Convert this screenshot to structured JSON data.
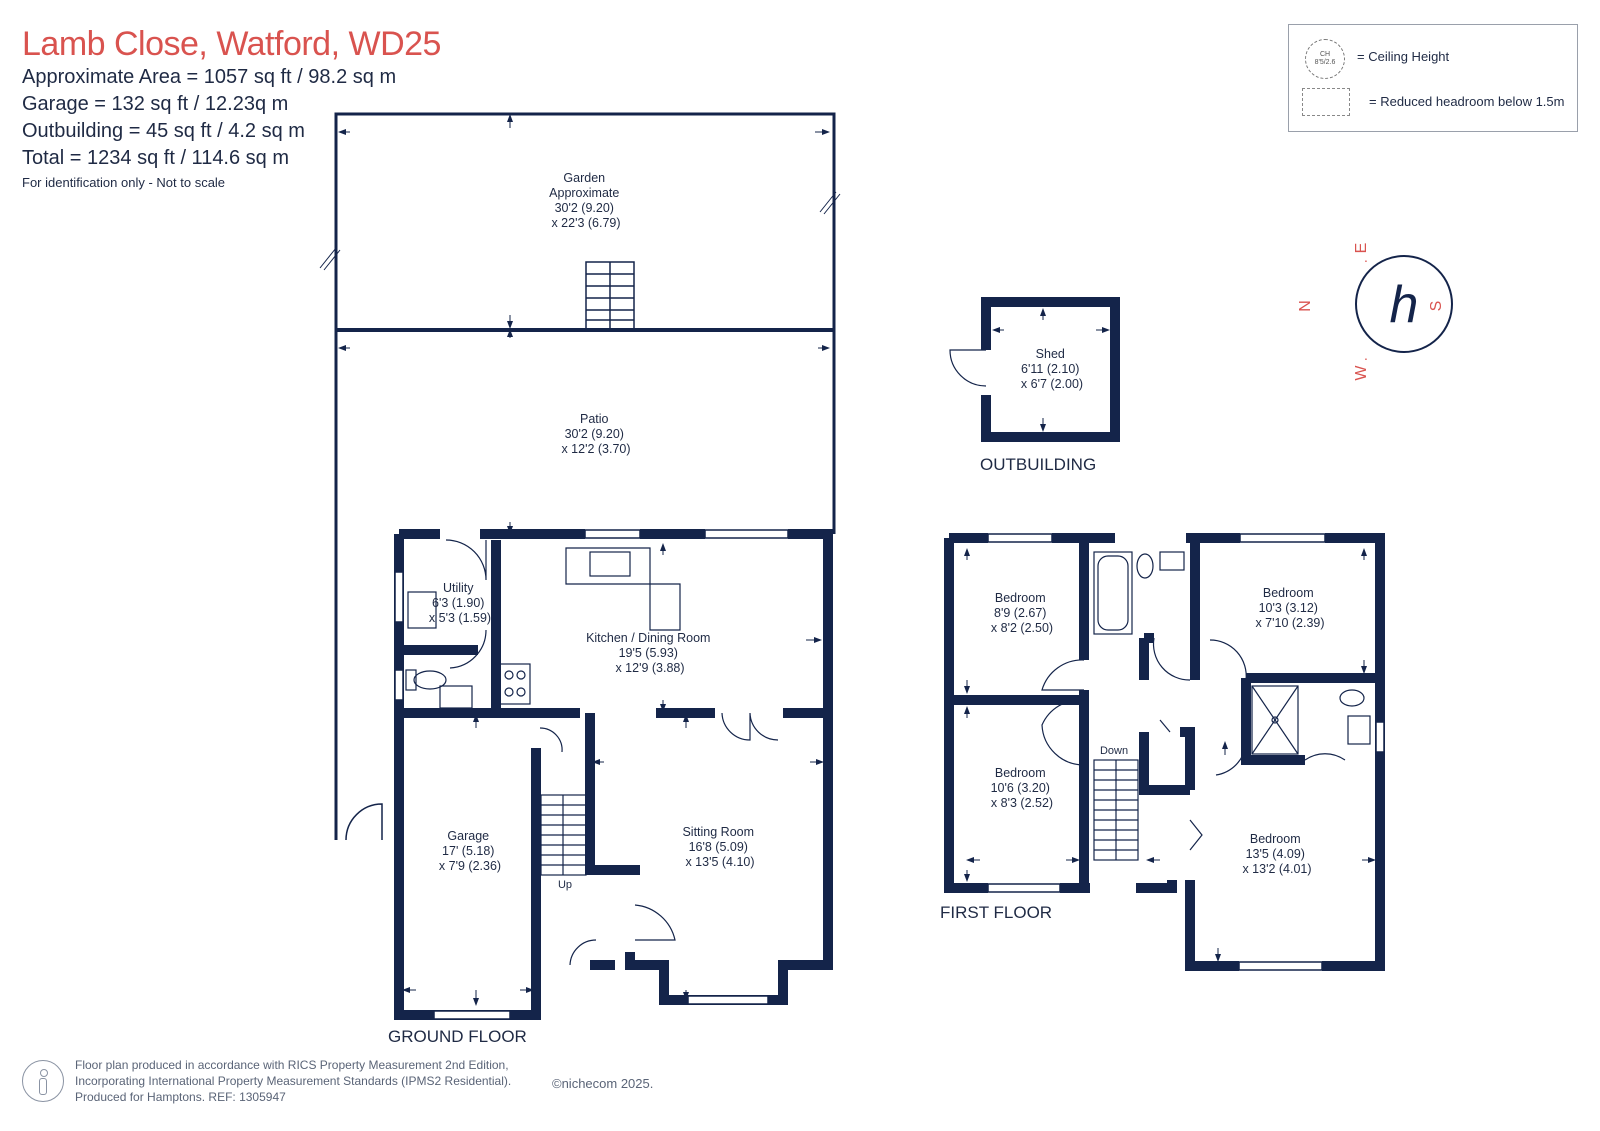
{
  "header": {
    "title": "Lamb Close, Watford, WD25",
    "approx_area": "Approximate Area = 1057 sq ft / 98.2 sq m",
    "garage_area": "Garage = 132 sq ft / 12.23q m",
    "outbuilding_area": "Outbuilding = 45 sq ft / 4.2 sq m",
    "total_area": "Total = 1234 sq ft / 114.6 sq m",
    "disclaimer": "For identification only - Not to scale"
  },
  "legend": {
    "ceiling_symbol_top": "CH",
    "ceiling_symbol_bottom": "8'5/2.6",
    "ceiling_label": "= Ceiling Height",
    "headroom_label": "= Reduced headroom below 1.5m"
  },
  "compass": {
    "n": "N",
    "e": "E",
    "s": "S",
    "w": "W",
    "logo": "h"
  },
  "rooms": {
    "garden": [
      "Garden",
      "Approximate",
      "30'2 (9.20)",
      "x 22'3 (6.79)"
    ],
    "patio": [
      "Patio",
      "30'2 (9.20)",
      "x 12'2 (3.70)"
    ],
    "utility": [
      "Utility",
      "6'3 (1.90)",
      "x 5'3 (1.59)"
    ],
    "kitchen": [
      "Kitchen / Dining Room",
      "19'5 (5.93)",
      "x 12'9 (3.88)"
    ],
    "garage": [
      "Garage",
      "17' (5.18)",
      "x 7'9 (2.36)"
    ],
    "sitting": [
      "Sitting Room",
      "16'8 (5.09)",
      "x 13'5 (4.10)"
    ],
    "shed": [
      "Shed",
      "6'11 (2.10)",
      "x 6'7 (2.00)"
    ],
    "bedroom1": [
      "Bedroom",
      "8'9 (2.67)",
      "x 8'2 (2.50)"
    ],
    "bedroom2": [
      "Bedroom",
      "10'3 (3.12)",
      "x 7'10 (2.39)"
    ],
    "bedroom3": [
      "Bedroom",
      "10'6 (3.20)",
      "x 8'3 (2.52)"
    ],
    "bedroom4": [
      "Bedroom",
      "13'5 (4.09)",
      "x 13'2 (4.01)"
    ]
  },
  "stairs": {
    "up": "Up",
    "down": "Down"
  },
  "floors": {
    "ground": "GROUND FLOOR",
    "first": "FIRST FLOOR",
    "outbuilding": "OUTBUILDING"
  },
  "footer": {
    "line1": "Floor plan produced in accordance with RICS Property Measurement 2nd Edition,",
    "line2": "Incorporating International Property Measurement Standards (IPMS2 Residential).",
    "line3": "Produced for Hamptons.   REF: 1305947",
    "copyright": "©nichecom 2025."
  },
  "colors": {
    "wall": "#14244a",
    "title": "#d9534f",
    "text": "#1f2a44",
    "compass": "#14244a"
  }
}
